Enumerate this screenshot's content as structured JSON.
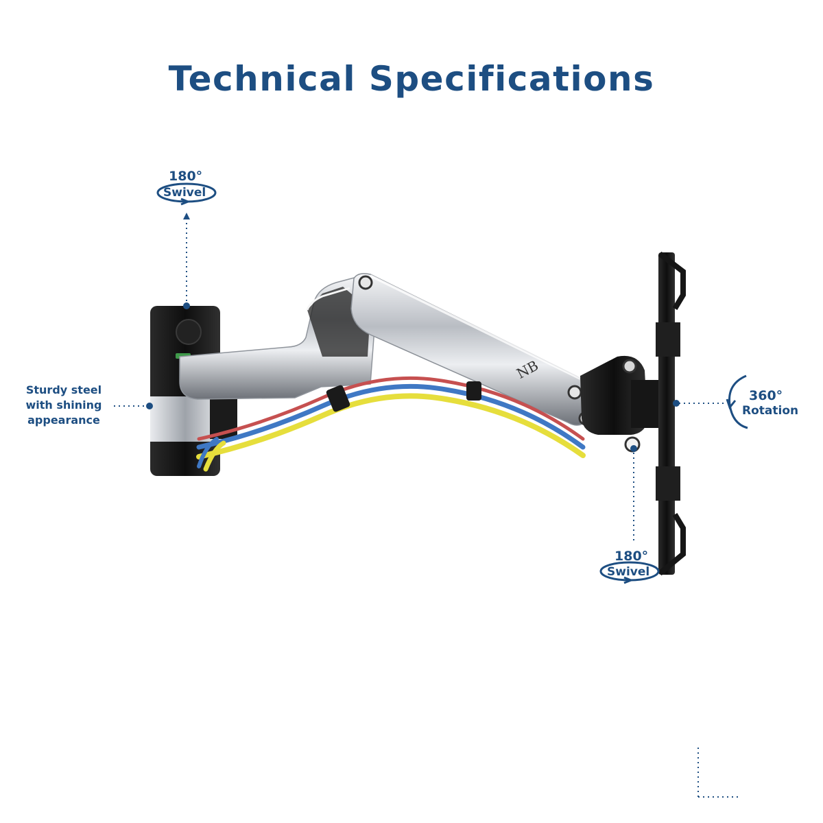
{
  "title": "Technical Specifications",
  "callouts": {
    "top_swivel": {
      "degrees": "180°",
      "label": "Swivel"
    },
    "material": {
      "text": "Sturdy steel\nwith shining\nappearance"
    },
    "rotation": {
      "degrees": "360°",
      "label": "Rotation"
    },
    "bottom_swivel": {
      "degrees": "180°",
      "label": "Swivel"
    }
  },
  "colors": {
    "accent": "#1d4e82",
    "chrome": "#c9ccd1",
    "black": "#151515",
    "cable_yellow": "#e6de3c",
    "cable_blue": "#3f78c4"
  },
  "icons": [
    "swivel-arrow-icon",
    "rotation-arrow-icon"
  ]
}
